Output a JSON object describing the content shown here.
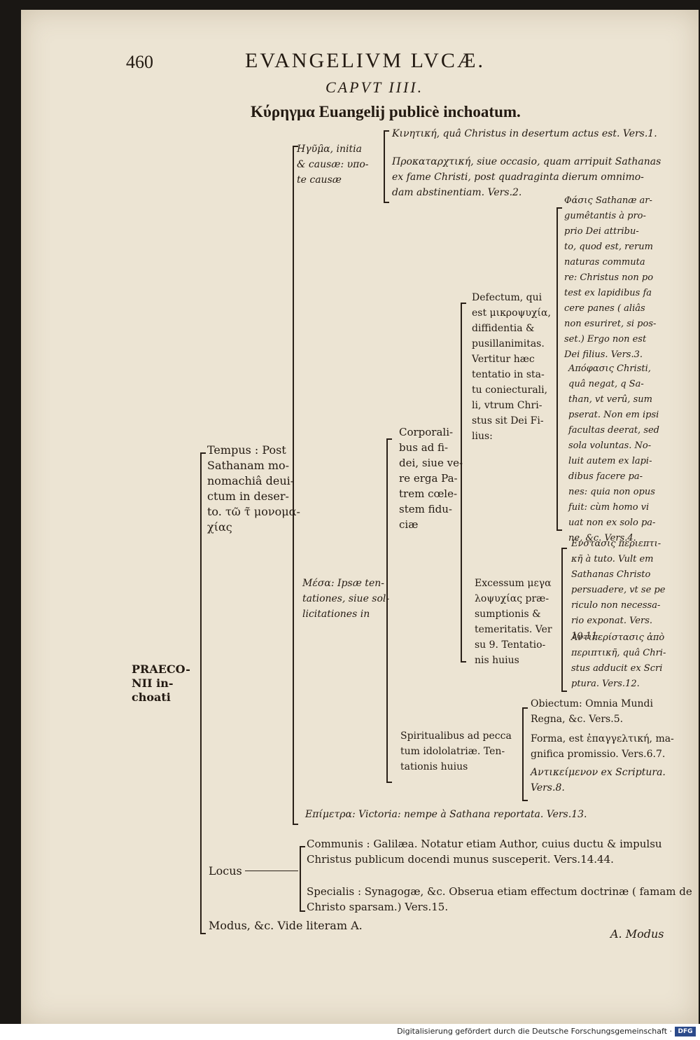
{
  "header": {
    "page_number": "460",
    "running_title": "EVANGELIVM LVCÆ.",
    "chapter": "CAPVT IIII.",
    "subtitle": "Κύρηγμα Euangelij publicè inchoatum."
  },
  "tree": {
    "root": "PRAECO-\nNII in-\nchoati",
    "tempus": "Tempus : Post\nSathanam mo-\nnomachiâ deui-\nctum in deser-\nto. τῶ τ̃ μονομα-\nχίας",
    "hygemma": "Ηγῦμ̑α, initia\n& causæ: υπο-\nte causæ",
    "kinetike": "Κινητική, quâ Christus in desertum actus est. Vers.1.",
    "prokatarktike": "Προκαταρχτική, siue occasio, quam arripuit Sathanas\nex fame Christi, post quadraginta dierum omnimo-\ndam abstinentiam. Vers.2.",
    "mesa": "Μέσα: Ipsæ ten-\ntationes, siue sol-\nlicitationes in",
    "corporalibus": "Corporali-\nbus ad fi-\ndei, siue ve-\nre erga Pa-\ntrem cœle-\nstem fidu-\nciæ",
    "defectum": "Defectum, qui\nest μικροψυχία,\ndiffidentia &\npusillanimitas.\nVertitur hæc\ntentatio in sta-\ntu coniecturali,\nli, vtrum Chri-\nstus sit Dei Fi-\nlius:",
    "phasis": "Φάσις Sathanæ ar-\ngumêtantis à pro-\nprio Dei attribu-\nto, quod est, rerum\nnaturas commuta\nre: Christus non po\ntest ex lapidibus fa\ncere panes ( aliâs\nnon esuriret, si pos-\nset.) Ergo non est\nDei filius. Vers.3.",
    "apophasis": "Απόφασις Christi,\nquâ negat, q Sa-\nthan, vt verû, sum\npserat. Non em ipsi\nfacultas deerat, sed\nsola voluntas. No-\nluit autem ex lapi-\ndibus facere pa-\nnes: quia non opus\nfuit: cùm homo vi\nuat non ex solo pa-\nne, &c. Vers.4.",
    "excessum": "Excessum μεγα\nλοψυχίας præ-\nsumptionis &\ntemeritatis. Ver\nsu 9. Tentatio-\nnis huius",
    "enstasis": "Ενστασις περιεπτι-\nκῆ à tuto. Vult em\nSathanas Christo\npersuadere, vt se pe\nriculo non necessa-\nrio exponat. Vers.\n10.11.",
    "antiperistasis": "Αντιπερίστασις ἀπὸ\nπεριπτικῆ, quâ Chri-\nstus adducit ex Scri\nptura. Vers.12.",
    "spiritualibus": "Spiritualibus ad pecca\ntum idololatriæ. Ten-\ntationis huius",
    "obiectum": "Obiectum: Omnia Mundi\nRegna, &c. Vers.5.",
    "forma": "Forma, est ἐπαγγελτική, ma-\ngnifica promissio. Vers.6.7.",
    "antikeimenon": "Αντικείμενον ex Scriptura.\nVers.8.",
    "epimetron": "Επίμετρα: Victoria: nempe à Sathana reportata. Vers.13.",
    "locus": "Locus",
    "communis": "Communis : Galilæa. Notatur etiam Author, cuius ductu & impulsu\nChristus publicum docendi munus susceperit. Vers.14.44.",
    "specialis": "Specialis : Synagogæ, &c. Obserua etiam effectum doctrinæ ( famam de\nChristo sparsam.) Vers.15.",
    "modus": "Modus, &c. Vide literam A.",
    "catchword": "A. Modus"
  },
  "footer": {
    "credit": "Digitalisierung gefördert durch die Deutsche Forschungsgemeinschaft ·",
    "logo": "DFG"
  }
}
